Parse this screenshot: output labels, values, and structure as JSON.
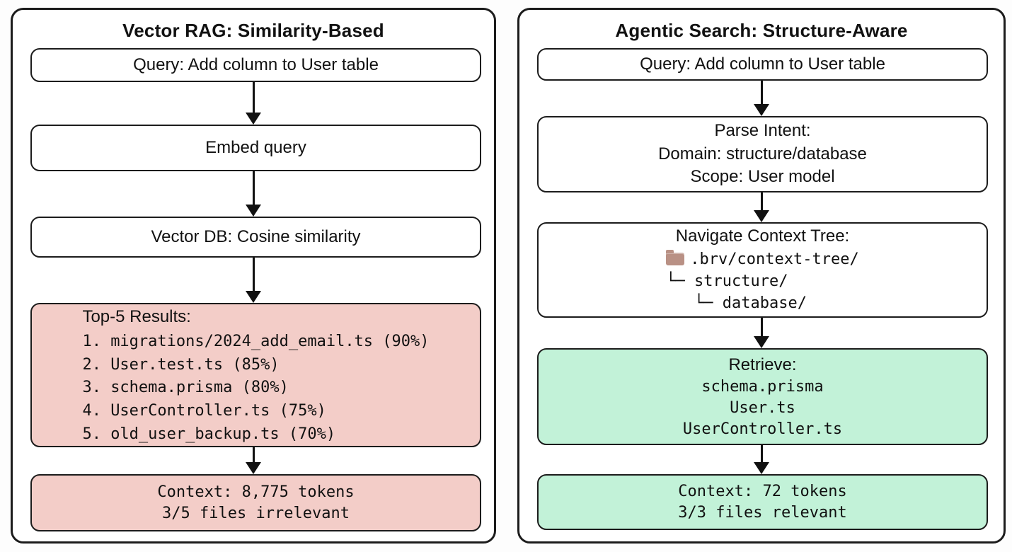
{
  "colors": {
    "irrelevant_box_bg": "#f3cdc8",
    "relevant_box_bg": "#c2f2d8",
    "border": "#1c1c1c",
    "folder_icon": "#b99185"
  },
  "left_panel": {
    "title": "Vector RAG: Similarity-Based",
    "query_box": "Query: Add column to User table",
    "embed_box": "Embed query",
    "vector_db_box": "Vector DB: Cosine similarity",
    "results_box": {
      "heading": "Top-5 Results:",
      "items": [
        "1. migrations/2024_add_email.ts (90%)",
        "2. User.test.ts (85%)",
        "3. schema.prisma (80%)",
        "4. UserController.ts (75%)",
        "5. old_user_backup.ts (70%)"
      ]
    },
    "context_box": {
      "line1": "Context: 8,775 tokens",
      "line2": "3/5 files irrelevant"
    }
  },
  "right_panel": {
    "title": "Agentic Search: Structure-Aware",
    "query_box": "Query: Add column to User table",
    "parse_intent_box": {
      "line1": "Parse Intent:",
      "line2": "Domain: structure/database",
      "line3": "Scope: User model"
    },
    "navigate_box": {
      "heading": "Navigate Context Tree:",
      "root": ".brv/context-tree/",
      "tree_line1": "└─ structure/",
      "tree_line2": "   └─ database/"
    },
    "retrieve_box": {
      "heading": "Retrieve:",
      "files": [
        "schema.prisma",
        "User.ts",
        "UserController.ts"
      ]
    },
    "context_box": {
      "line1": "Context: 72 tokens",
      "line2": "3/3 files relevant"
    }
  }
}
